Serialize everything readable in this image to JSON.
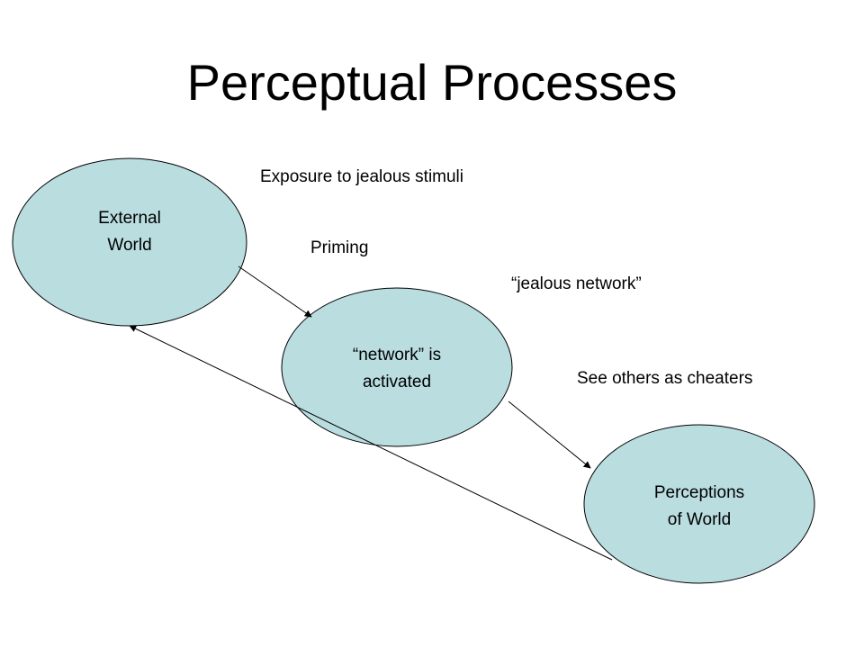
{
  "slide": {
    "title": "Perceptual Processes"
  },
  "nodes": {
    "external_world": "External\nWorld",
    "network_activated": "“network” is\nactivated",
    "perceptions": "Perceptions\nof World"
  },
  "annotations": {
    "exposure": "Exposure to jealous stimuli",
    "priming": "Priming",
    "jealous_network": "“jealous network”",
    "see_others": "See others as cheaters"
  },
  "colors": {
    "node_fill": "#BADDE0",
    "stroke": "#000000"
  }
}
